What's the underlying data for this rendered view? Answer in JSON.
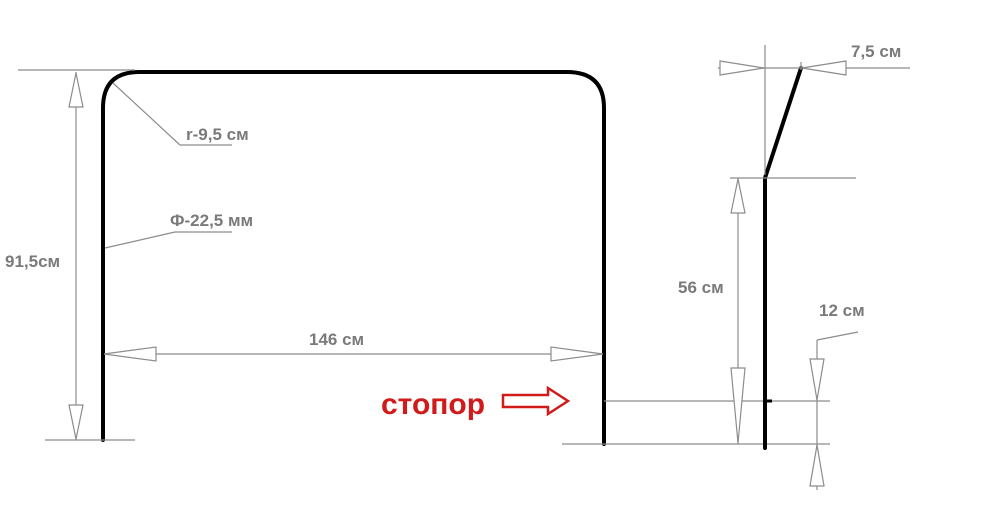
{
  "labels": {
    "radius": "r-9,5 см",
    "diameter": "Ф-22,5 мм",
    "height": "91,5см",
    "width": "146 см",
    "stopper": "стопор",
    "post_height": "56 см",
    "offset": "7,5 см",
    "stopper_height": "12 см"
  },
  "colors": {
    "frame": "#000000",
    "dimension": "#8c8c8c",
    "text": "#7a7a7a",
    "stopper": "#d11a1a"
  }
}
